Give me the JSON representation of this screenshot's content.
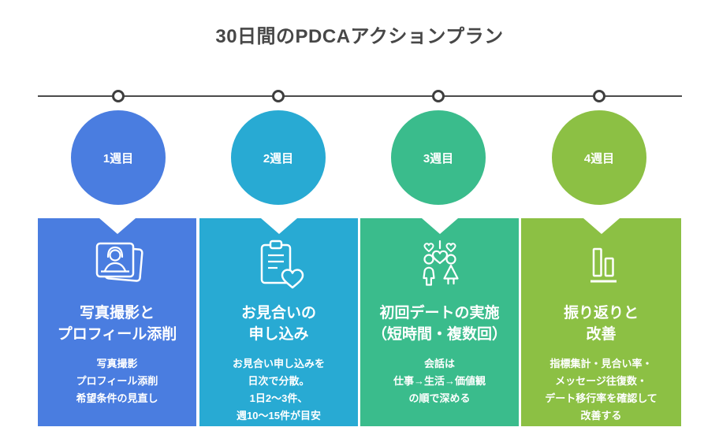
{
  "page": {
    "title": "30日間のPDCAアクションプラン",
    "title_color": "#474747",
    "timeline_color": "#4b4b4b",
    "background_color": "#ffffff"
  },
  "weeks": [
    {
      "label": "1週目",
      "color": "#4a7de0",
      "icon": "photo-profile-icon",
      "card_title": "写真撮影と\nプロフィール添削",
      "card_body": "写真撮影\nプロフィール添削\n希望条件の見直し"
    },
    {
      "label": "2週目",
      "color": "#28aad3",
      "icon": "clipboard-heart-icon",
      "card_title": "お見合いの\n申し込み",
      "card_body": "お見合い申し込みを\n日次で分散。\n1日2〜3件、\n週10〜15件が目安"
    },
    {
      "label": "3週目",
      "color": "#3abc8c",
      "icon": "couple-hearts-icon",
      "card_title": "初回デートの実施\n（短時間・複数回）",
      "card_body": "会話は\n仕事→生活→価値観\nの順で深める"
    },
    {
      "label": "4週目",
      "color": "#8cc044",
      "icon": "bar-chart-icon",
      "card_title": "振り返りと\n改善",
      "card_body": "指標集計・見合い率・\nメッセージ往復数・\nデート移行率を確認して\n改善する"
    }
  ]
}
